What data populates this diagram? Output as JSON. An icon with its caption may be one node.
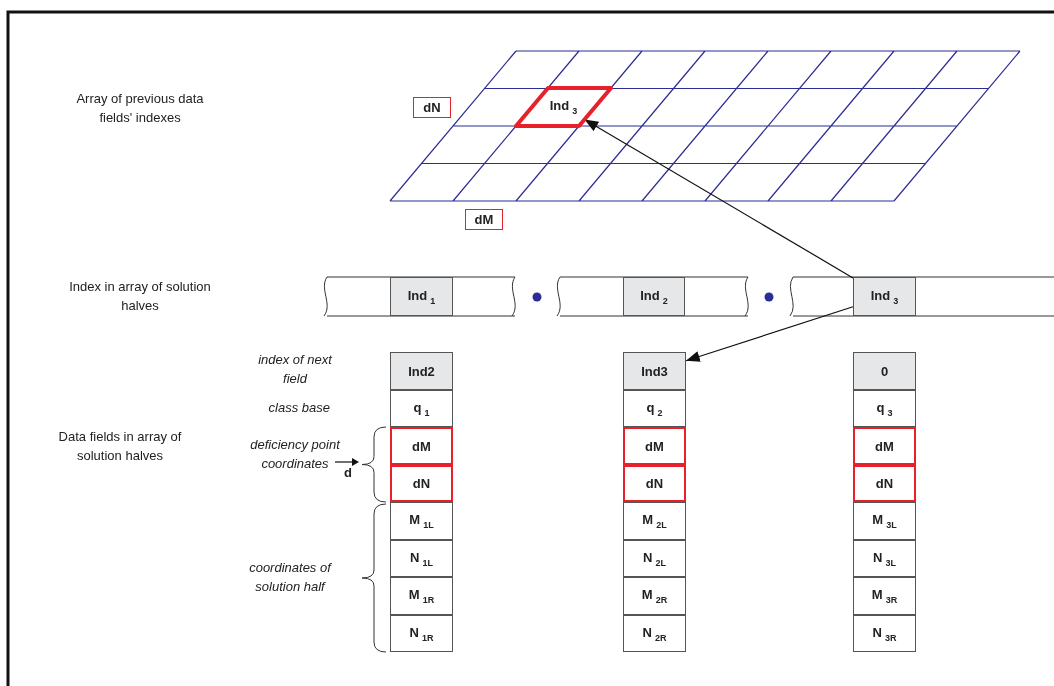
{
  "diagram": {
    "nodes": [
      {
        "text": [
          "Ind$_{3}$"
        ]
      },
      {
        "text": [
          "dN"
        ]
      },
      {
        "text": [
          "dM"
        ]
      },
      {
        "text": [
          "Ind$_{1}$"
        ]
      },
      {
        "text": [
          "Ind$_{2}$"
        ]
      },
      {
        "text": [
          "Ind$_{3}$"
        ]
      },
      {
        "text": [
          "Ind2"
        ]
      },
      {
        "text": [
          "q$_{1}$"
        ]
      },
      {
        "text": [
          "dM"
        ]
      },
      {
        "text": [
          "dN"
        ]
      },
      {
        "text": [
          "M$_{1L}$"
        ]
      },
      {
        "text": [
          "N$_{1L}$"
        ]
      },
      {
        "text": [
          "M$_{1R}$"
        ]
      },
      {
        "text": [
          "N$_{1R}$"
        ]
      },
      {
        "text": [
          "Ind3"
        ]
      },
      {
        "text": [
          "q$_{2}$"
        ]
      },
      {
        "text": [
          "dM"
        ]
      },
      {
        "text": [
          "dN"
        ]
      },
      {
        "text": [
          "M$_{2L}$"
        ]
      },
      {
        "text": [
          "N$_{2L}$"
        ]
      },
      {
        "text": [
          "M$_{2R}$"
        ]
      },
      {
        "text": [
          "N$_{2R}$"
        ]
      },
      {
        "text": [
          "0"
        ]
      },
      {
        "text": [
          "q$_{3}$"
        ]
      },
      {
        "text": [
          "dM"
        ]
      },
      {
        "text": [
          "dN"
        ]
      },
      {
        "text": [
          "M$_{3L}$"
        ]
      },
      {
        "text": [
          "N$_{3L}$"
        ]
      },
      {
        "text": [
          "M$_{3R}$"
        ]
      },
      {
        "text": [
          "N$_{3R}$"
        ]
      }
    ],
    "edges": [
      {
        "from": 5,
        "to": 0,
        "arrow": "to"
      },
      {
        "from": 5,
        "to": 14,
        "arrow": "to"
      }
    ],
    "labels": [
      "Array of previous data fields' indexes",
      "Index in array of solution halves",
      "index of next field",
      "class base",
      "Data fields in array of solution halves",
      "deficiency point coordinates",
      "d",
      "coordinates of solution half"
    ]
  }
}
